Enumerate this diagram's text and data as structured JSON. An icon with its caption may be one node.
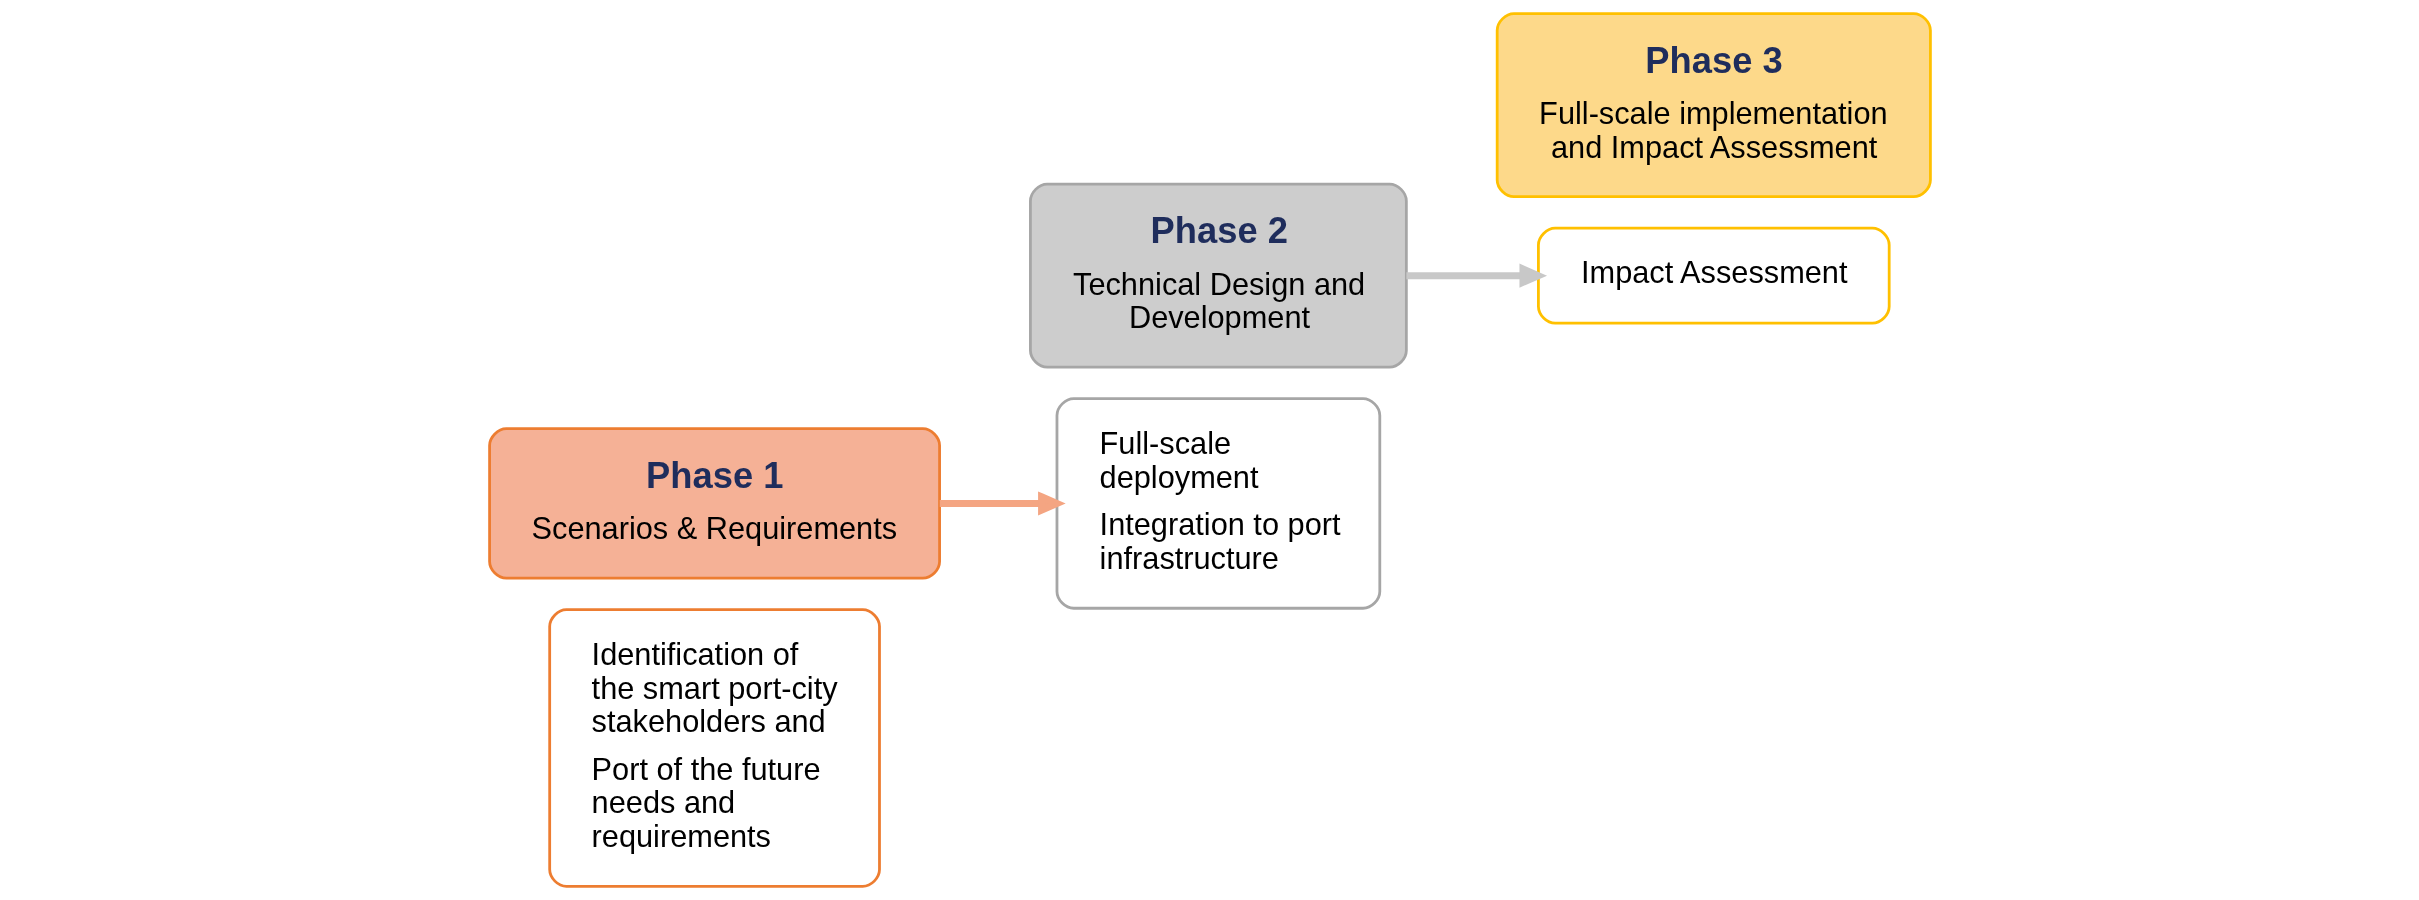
{
  "diagram": {
    "nodes": [
      {
        "text": [
          "Identification of the smart port-city stakeholders and",
          "Port of the future needs and requirements"
        ]
      },
      {
        "text": [
          "Phase 1",
          "Scenarios & Requirements"
        ]
      },
      {
        "text": [
          "Phase 2",
          "Technical Design and Development"
        ]
      },
      {
        "text": [
          "Full-scale deployment",
          "Integration to port infrastructure"
        ]
      },
      {
        "text": [
          "Impact Assessment"
        ]
      },
      {
        "text": [
          "Phase 3",
          "Full-scale implementation and Impact Assessment"
        ]
      }
    ],
    "edges": [
      {
        "from": 1,
        "to": 3,
        "arrow": "to",
        "color": "#f4a582"
      },
      {
        "from": 2,
        "to": 4,
        "arrow": "to",
        "color": "#c8c8c8"
      }
    ]
  }
}
